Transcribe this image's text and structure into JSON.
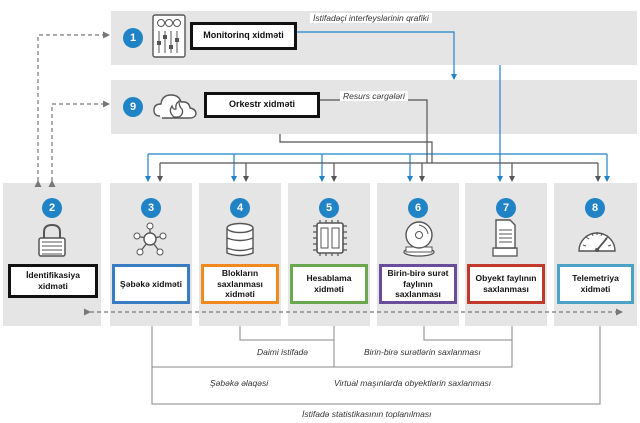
{
  "services": {
    "monitoring": {
      "number": "1",
      "label": "Monitorinq xidməti"
    },
    "orchestration": {
      "number": "9",
      "label": "Orkestr xidməti"
    },
    "identity": {
      "number": "2",
      "label": "İdentifikasiya xidməti"
    },
    "network": {
      "number": "3",
      "label": "Şəbəkə xidməti"
    },
    "block_storage": {
      "number": "4",
      "label": "Blokların saxlanması xidməti"
    },
    "compute": {
      "number": "5",
      "label": "Hesablama xidməti"
    },
    "image_storage": {
      "number": "6",
      "label": "Birin-birə surət faylının saxlanması"
    },
    "object_storage": {
      "number": "7",
      "label": "Obyekt faylının saxlanması"
    },
    "telemetry": {
      "number": "8",
      "label": "Telemetriya xidməti"
    }
  },
  "flows": {
    "ui_graphics": "İstifadəçi interfeyslərinin qrafiki",
    "resource_templates": "Resurs cərgələri",
    "persistent_use": "Daimi istifadə",
    "image_storage_flow": "Birin-birə surətlərin saxlanması",
    "network_connection": "Şəbəkə əlaqəsi",
    "vm_object_storage": "Virtual maşınlarda obyektlərin saxlanması",
    "usage_statistics": "İstifadə statistikasının toplanılması"
  },
  "colors": {
    "panel": "#e5e5e5",
    "badge": "#1f83c6",
    "flow_blue": "#1f83c6",
    "flow_gray": "#555555",
    "network": "#3a7cc4",
    "block_storage": "#f08a1e",
    "compute": "#6aa84f",
    "image_storage": "#6b4c9a",
    "object_storage": "#c0392b",
    "telemetry": "#4aa3c7"
  },
  "icons": {
    "monitoring": "monitoring-console-icon",
    "orchestration": "cloud-fire-icon",
    "identity": "padlock-icon",
    "network": "network-hub-icon",
    "block_storage": "database-disk-icon",
    "compute": "cpu-chip-icon",
    "image_storage": "disc-stack-icon",
    "object_storage": "document-stack-icon",
    "telemetry": "gauge-icon"
  }
}
